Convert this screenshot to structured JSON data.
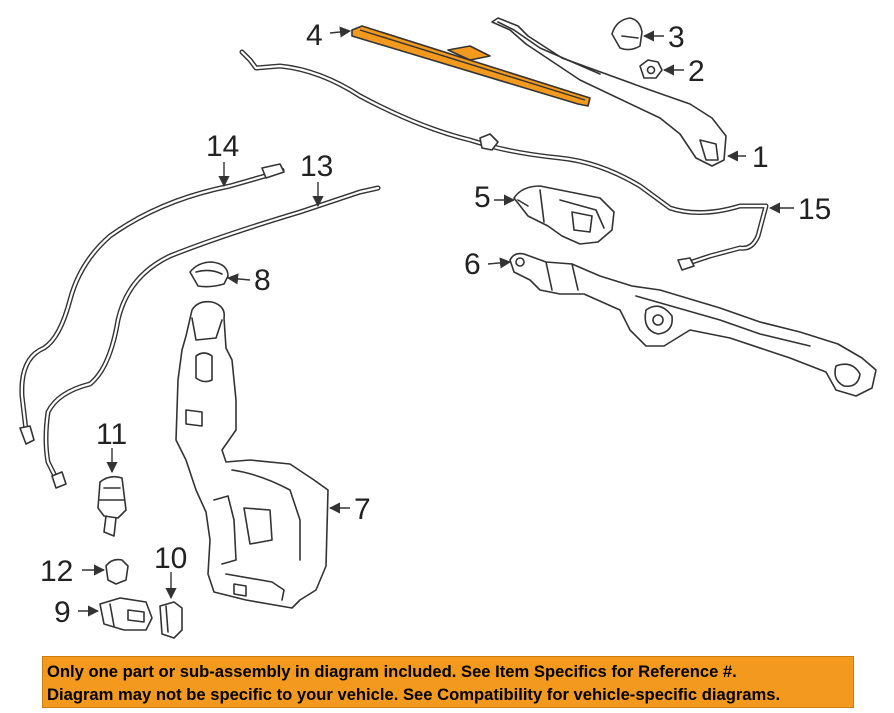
{
  "callouts": {
    "p1": "1",
    "p2": "2",
    "p3": "3",
    "p4": "4",
    "p5": "5",
    "p6": "6",
    "p7": "7",
    "p8": "8",
    "p9": "9",
    "p10": "10",
    "p11": "11",
    "p12": "12",
    "p13": "13",
    "p14": "14",
    "p15": "15"
  },
  "highlighted_part": "4",
  "colors": {
    "highlight": "#f39a1e",
    "banner": "#f39a1e",
    "line": "#333333"
  },
  "banner": {
    "line1": "Only one part or sub-assembly in diagram included. See Item Specifics for Reference #.",
    "line2": "Diagram may not be specific to your vehicle. See Compatibility for vehicle-specific diagrams."
  }
}
